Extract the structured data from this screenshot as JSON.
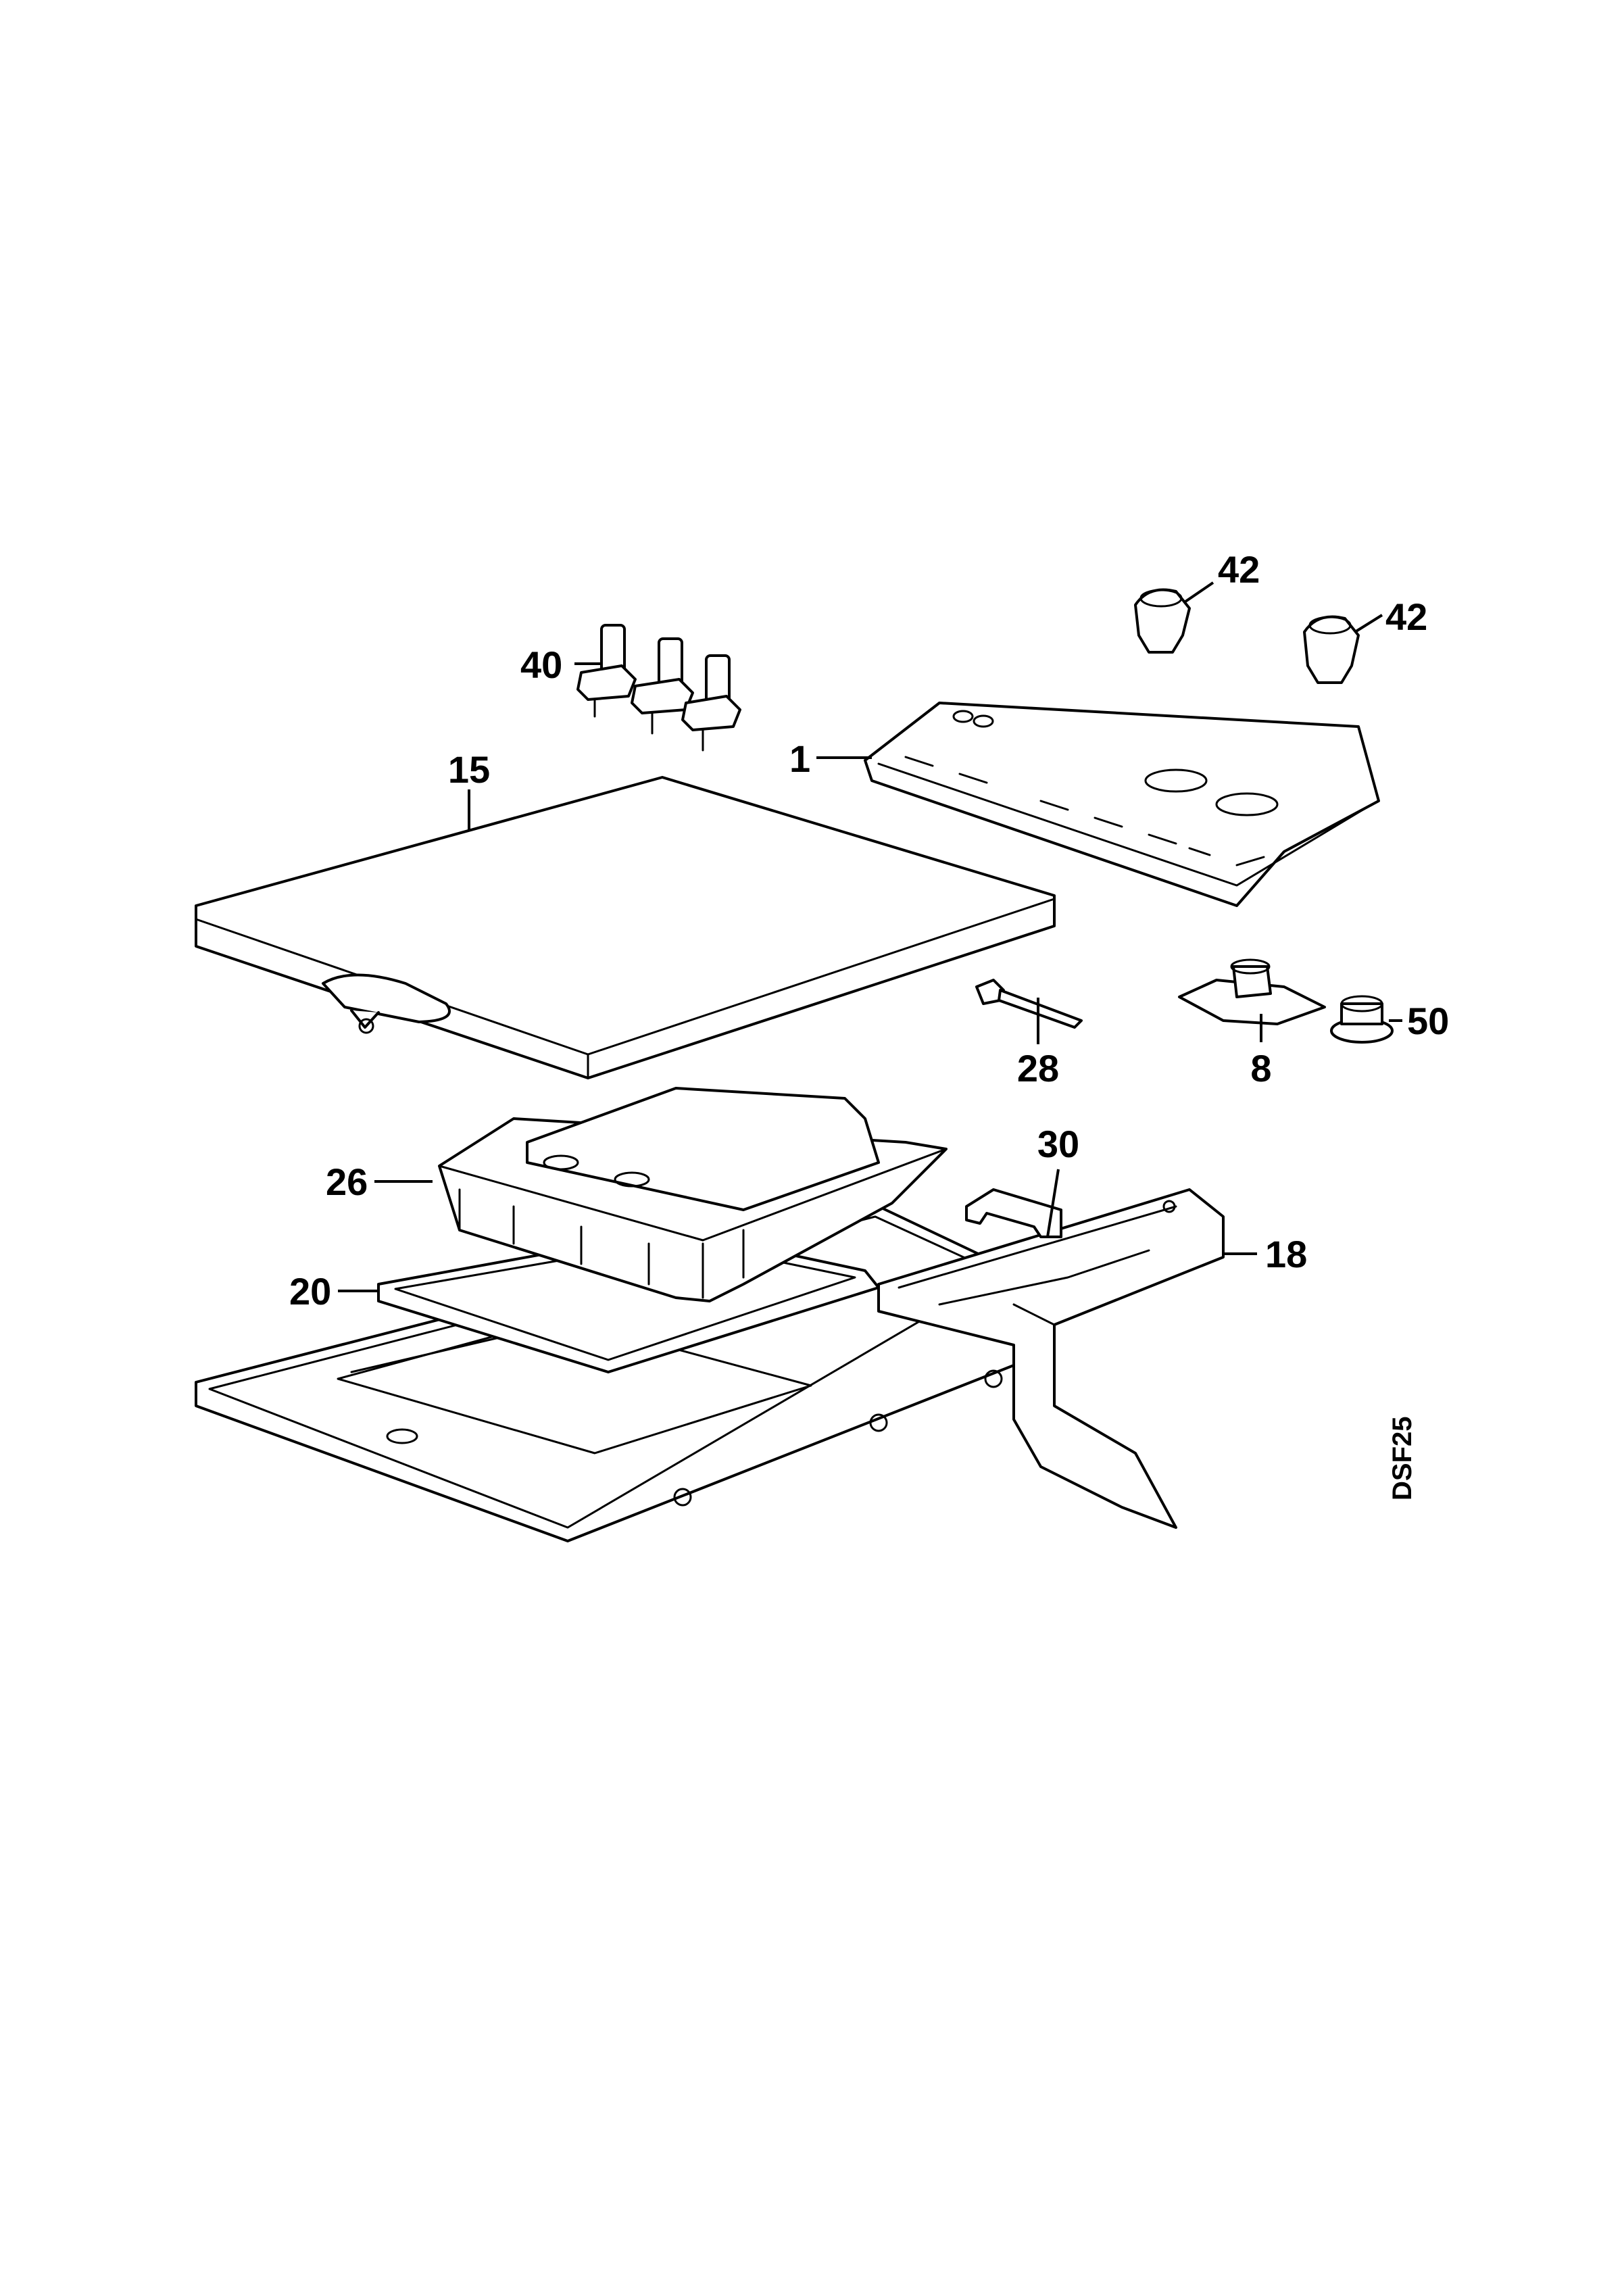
{
  "diagram": {
    "code": "DSF25",
    "callouts": {
      "p1": "1",
      "p8": "8",
      "p15": "15",
      "p18": "18",
      "p20": "20",
      "p26": "26",
      "p28": "28",
      "p30": "30",
      "p40": "40",
      "p42a": "42",
      "p42b": "42",
      "p50": "50"
    }
  }
}
